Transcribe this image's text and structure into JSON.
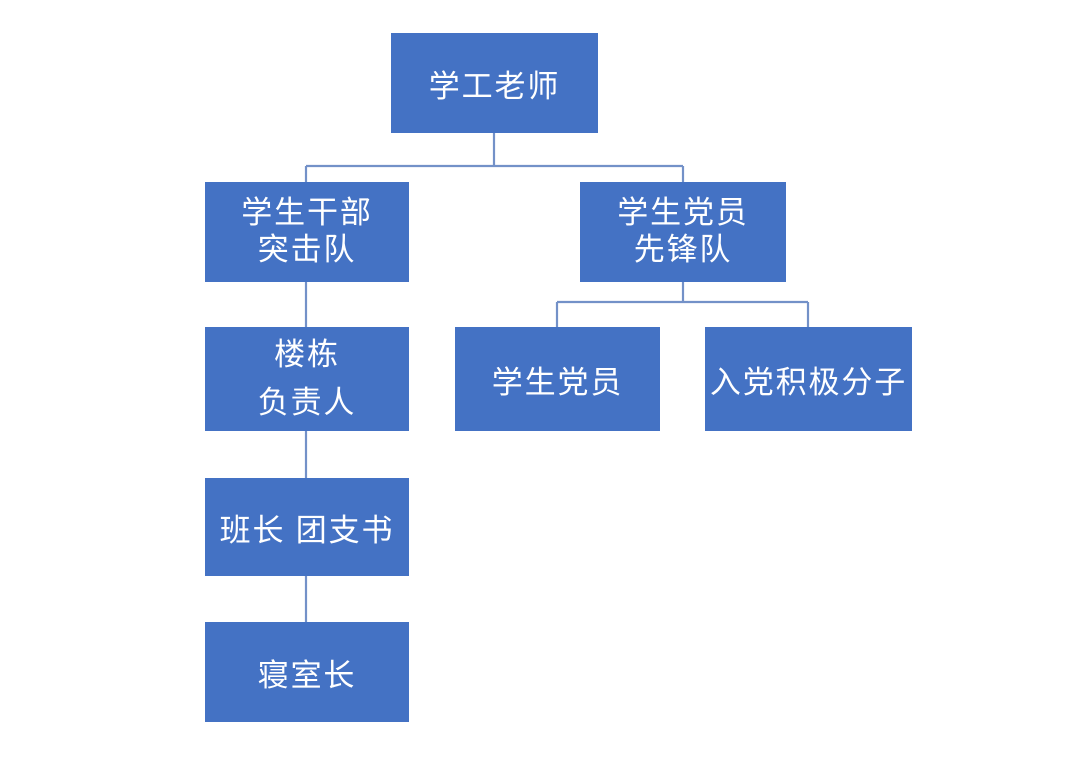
{
  "chart_data": {
    "type": "diagram",
    "diagram_kind": "organizational-chart",
    "title": "",
    "orientation": "top-down",
    "colors": {
      "node_fill": "#4472C4",
      "node_text": "#FFFFFF",
      "connector": "#7391C8",
      "background": "#FFFFFF"
    },
    "nodes": [
      {
        "id": "top",
        "label": "学工老师",
        "lines": [
          "学工老师"
        ],
        "level": 1
      },
      {
        "id": "cadre",
        "label": "学生干部突击队",
        "lines": [
          "学生干部",
          "突击队"
        ],
        "level": 2
      },
      {
        "id": "party",
        "label": "学生党员先锋队",
        "lines": [
          "学生党员",
          "先锋队"
        ],
        "level": 2
      },
      {
        "id": "building",
        "label": "楼栋负责人",
        "lines": [
          "楼栋",
          "负责人"
        ],
        "level": 3
      },
      {
        "id": "member",
        "label": "学生党员",
        "lines": [
          "学生党员"
        ],
        "level": 3
      },
      {
        "id": "activist",
        "label": "入党积极分子",
        "lines": [
          "入党积极分子"
        ],
        "level": 3
      },
      {
        "id": "monitor",
        "label": "班长 团支书",
        "lines": [
          "班长 团支书"
        ],
        "level": 4
      },
      {
        "id": "dorm",
        "label": "寝室长",
        "lines": [
          "寝室长"
        ],
        "level": 5
      }
    ],
    "edges": [
      {
        "from": "top",
        "to": "cadre"
      },
      {
        "from": "top",
        "to": "party"
      },
      {
        "from": "cadre",
        "to": "building"
      },
      {
        "from": "party",
        "to": "member"
      },
      {
        "from": "party",
        "to": "activist"
      },
      {
        "from": "building",
        "to": "monitor"
      },
      {
        "from": "monitor",
        "to": "dorm"
      }
    ]
  },
  "nodes": {
    "top": {
      "line1": "学工老师"
    },
    "cadre": {
      "line1": "学生干部",
      "line2": "突击队"
    },
    "party": {
      "line1": "学生党员",
      "line2": "先锋队"
    },
    "building": {
      "line1": "楼栋",
      "line2": "负责人"
    },
    "member": {
      "line1": "学生党员"
    },
    "activist": {
      "line1": "入党积极分子"
    },
    "monitor": {
      "line1": "班长 团支书"
    },
    "dorm": {
      "line1": "寝室长"
    }
  }
}
